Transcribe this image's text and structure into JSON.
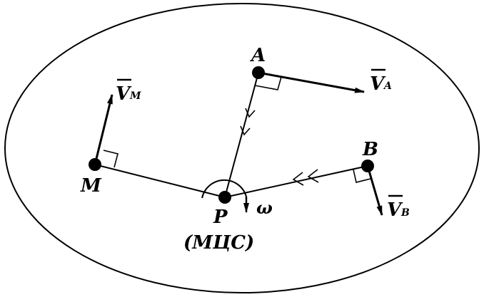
{
  "diagram": {
    "points": {
      "A": {
        "label": "A"
      },
      "B": {
        "label": "B"
      },
      "M": {
        "label": "M"
      },
      "P": {
        "label": "P",
        "note": "(МЦС)"
      }
    },
    "velocities": {
      "A": {
        "symbol": "V",
        "subscript": "A"
      },
      "B": {
        "symbol": "V",
        "subscript": "B"
      },
      "M": {
        "symbol": "V",
        "subscript": "M"
      }
    },
    "angular_velocity": {
      "symbol": "ω"
    },
    "colors": {
      "ink": "#000000",
      "background": "#ffffff"
    }
  }
}
